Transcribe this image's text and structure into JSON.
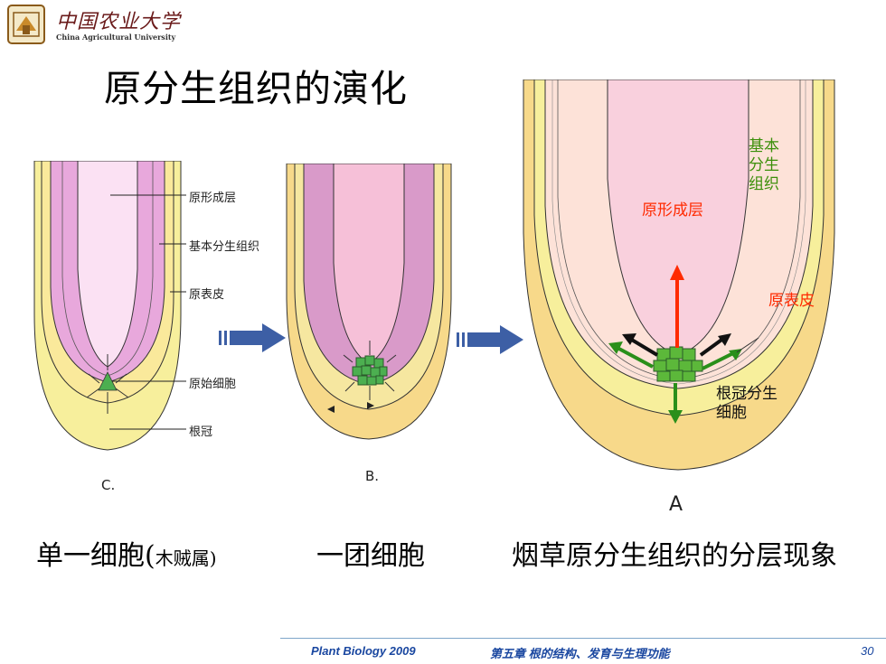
{
  "header": {
    "university_cn": "中国农业大学",
    "university_en": "China Agricultural University"
  },
  "title": "原分生组织的演化",
  "figure_c": {
    "letter": "C.",
    "labels": [
      "原形成层",
      "基本分生组织",
      "原表皮",
      "原始细胞",
      "根冠"
    ]
  },
  "figure_b": {
    "letter": "B."
  },
  "figure_a": {
    "letter": "A",
    "label_ground": "基本\n分生\n组织",
    "label_procambium": "原形成层",
    "label_protoderm": "原表皮",
    "label_rootcap": "根冠分生\n细胞"
  },
  "captions": {
    "left_main": "单一细胞(",
    "left_small": "木贼属",
    "left_close": ")",
    "middle": "一团细胞",
    "right": "烟草原分生组织的分层现象"
  },
  "footer": {
    "course": "Plant Biology 2009",
    "chapter": "第五章 根的结构、发育与生理功能",
    "page": "30"
  },
  "colors": {
    "procambium_pink": "#e8a8dc",
    "protoderm_yellow": "#f7ef9c",
    "rootcap_tan": "#f7d98a",
    "cell_green": "#4caf50",
    "arrow_blue": "#3d5fa5",
    "label_red": "#ff2a00",
    "label_green": "#3b8f0a"
  }
}
